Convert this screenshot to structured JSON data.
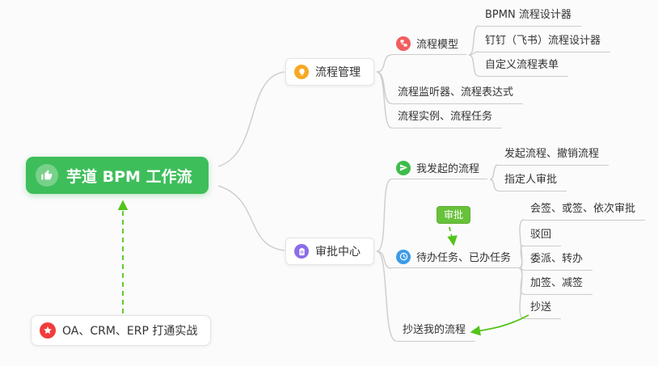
{
  "colors": {
    "root_bg": "#3EBE5A",
    "connector_line": "#CFCFCF",
    "arrow_green": "#52C41A",
    "icon_orange": "#F7A823",
    "icon_red": "#F35D5D",
    "icon_purple": "#8A6DE9",
    "icon_green": "#3DBD4A",
    "icon_blue": "#3D9BE9",
    "icon_star_red": "#F23C3C",
    "tag_bg": "#67C23A"
  },
  "root": {
    "label": "芋道 BPM 工作流",
    "icon": "thumbs-up"
  },
  "process_mgmt": {
    "label": "流程管理",
    "icon": "lightbulb",
    "model": {
      "label": "流程模型",
      "icon": "flow-model",
      "children": [
        "BPMN 流程设计器",
        "钉钉（飞书）流程设计器",
        "自定义流程表单"
      ]
    },
    "listener": "流程监听器、流程表达式",
    "instance": "流程实例、流程任务"
  },
  "approval_center": {
    "label": "审批中心",
    "icon": "clipboard",
    "my_initiated": {
      "label": "我发起的流程",
      "icon": "paper-plane",
      "children": [
        "发起流程、撤销流程",
        "指定人审批"
      ]
    },
    "approval_tag": "审批",
    "todo_done": {
      "label": "待办任务、已办任务",
      "icon": "clock",
      "children": [
        "会签、或签、依次审批",
        "驳回",
        "委派、转办",
        "加签、减签",
        "抄送"
      ]
    },
    "cc_my": "抄送我的流程"
  },
  "practice": {
    "label": "OA、CRM、ERP 打通实战",
    "icon": "star"
  }
}
